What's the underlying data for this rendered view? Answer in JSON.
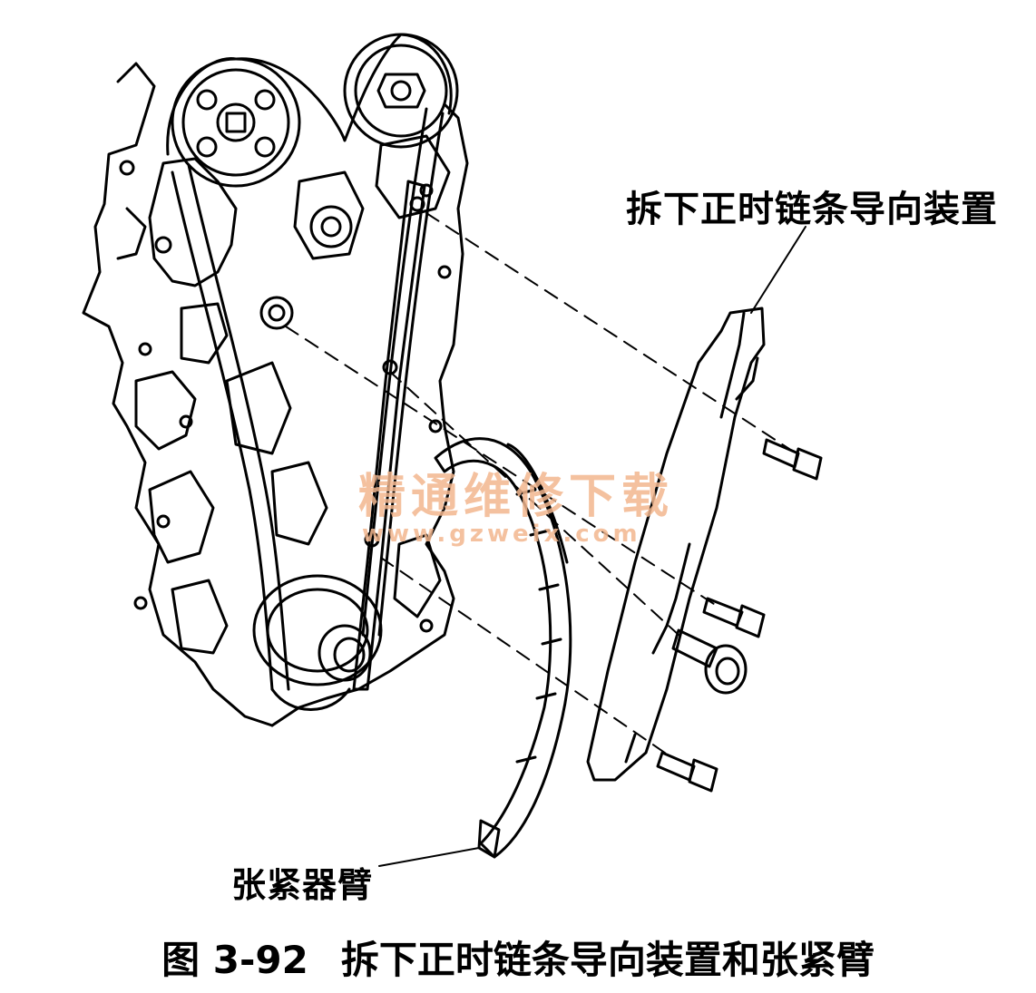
{
  "labels": {
    "guide": "拆下正时链条导向装置",
    "tensioner_arm": "张紧器臂"
  },
  "caption": {
    "number": "图 3-92",
    "text": "拆下正时链条导向装置和张紧臂"
  },
  "watermark": {
    "text": "精通维修下载",
    "url": "www.gzweix.com"
  },
  "colors": {
    "line": "#000000",
    "background": "#ffffff",
    "watermark": "#f3b78f"
  }
}
